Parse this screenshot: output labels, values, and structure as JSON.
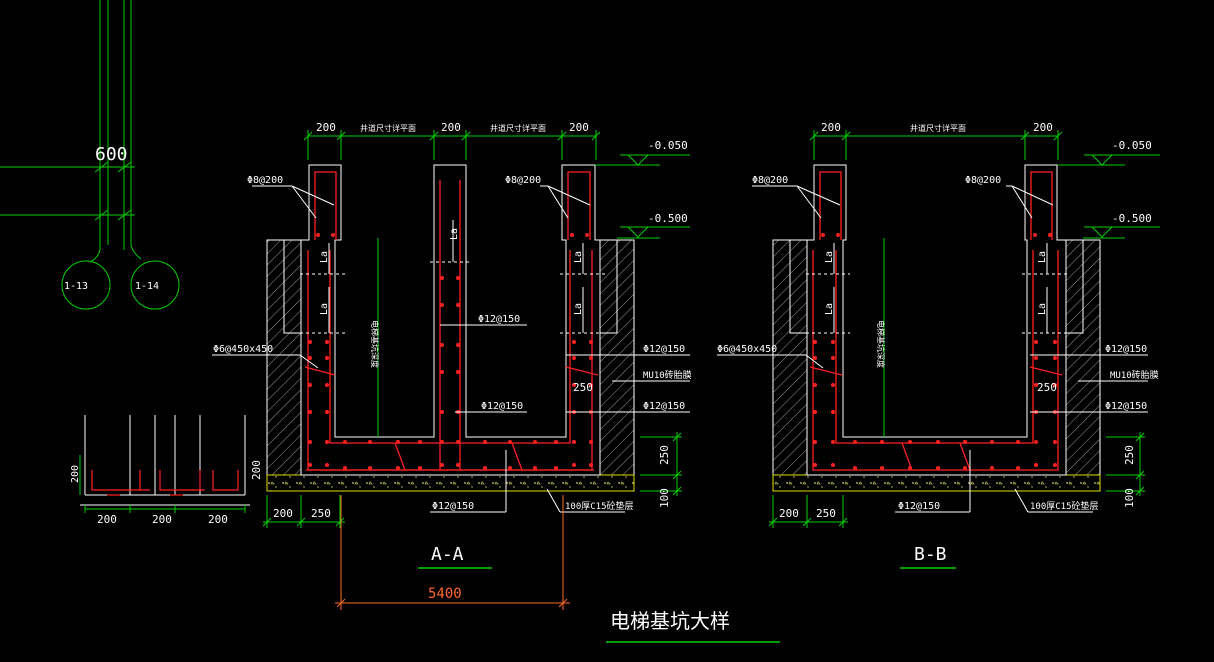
{
  "colors": {
    "background": "#000000",
    "line_white": "#ffffff",
    "dim_green": "#00d000",
    "rebar_red": "#ff2020",
    "hatch_gray": "#9a9a9a",
    "bedding_yellow": "#e0e000",
    "dim_orange": "#ff6a2a"
  },
  "left_fragment": {
    "dim_600": "600",
    "axis_labels": [
      "1-13",
      "1-14"
    ],
    "dims_200": [
      "200",
      "200",
      "200"
    ],
    "side_dim": "200"
  },
  "section_aa": {
    "title": "A-A",
    "top_dims": [
      "200",
      "200",
      "200"
    ],
    "top_dim_notes": [
      "井道尺寸详平面",
      "井道尺寸详平面"
    ],
    "level_top": "-0.050",
    "level_mid": "-0.500",
    "labels": {
      "phi8_left": "Φ8@200",
      "phi8_right": "Φ8@200",
      "phi6": "Φ6@450x450",
      "phi12_mid_a": "Φ12@150",
      "phi12_mid_b": "Φ12@150",
      "phi12_right_a": "Φ12@150",
      "phi12_right_b": "Φ12@150",
      "phi12_bottom": "Φ12@150",
      "mu10": "MU10砖胎膜",
      "dim_250_inner": "250",
      "bedding": "100厚C15砼垫层",
      "la": "La",
      "vertical_note": "电梯基坑深度",
      "side_200": "200",
      "right_250": "250",
      "right_100": "100"
    },
    "bottom_dims": [
      "200",
      "250"
    ],
    "span": "5400"
  },
  "section_bb": {
    "title": "B-B",
    "top_dims": [
      "200",
      "200"
    ],
    "top_dim_note": "井道尺寸详平面",
    "level_top": "-0.050",
    "level_mid": "-0.500",
    "labels": {
      "phi8_left": "Φ8@200",
      "phi8_right": "Φ8@200",
      "phi6": "Φ6@450x450",
      "phi12_right_a": "Φ12@150",
      "phi12_right_b": "Φ12@150",
      "phi12_bottom": "Φ12@150",
      "mu10": "MU10砖胎膜",
      "dim_250_inner": "250",
      "bedding": "100厚C15砼垫层",
      "la": "La",
      "vertical_note": "电梯基坑深度",
      "right_250": "250",
      "right_100": "100"
    },
    "bottom_dims": [
      "200",
      "250"
    ]
  },
  "drawing_title": "电梯基坑大样"
}
